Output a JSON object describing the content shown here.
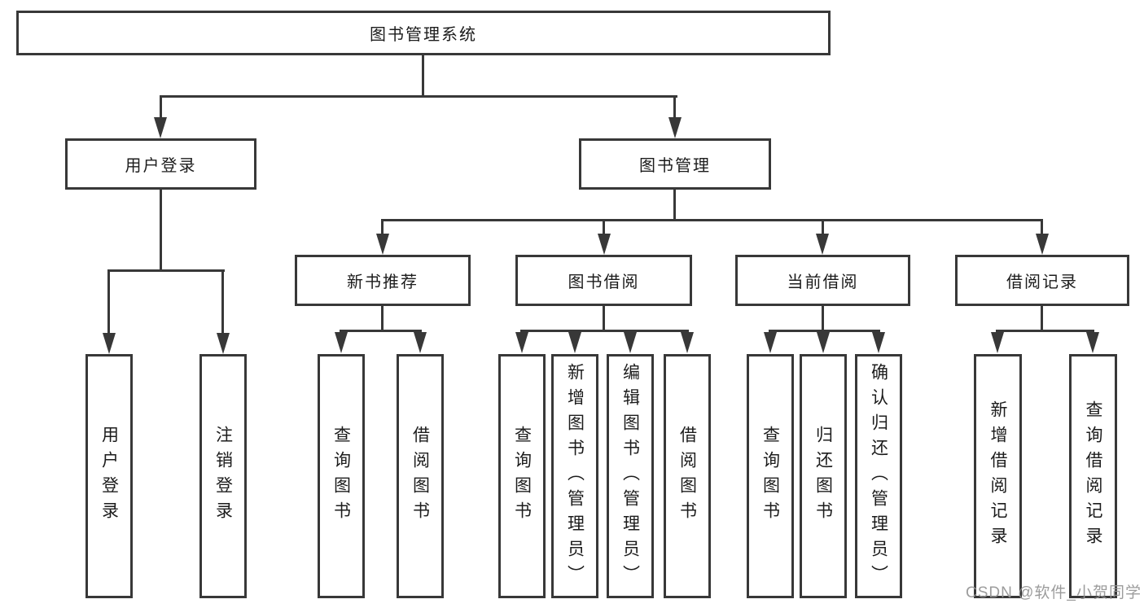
{
  "diagram": {
    "type": "hierarchy-tree",
    "colors": {
      "line": "#383838",
      "text": "#1c1c1c",
      "background": "#ffffff",
      "watermark": "#949494"
    }
  },
  "tree": {
    "root": {
      "label": "图书管理系统"
    },
    "children": [
      {
        "label": "用户登录",
        "children": [
          {
            "label": "用户登录"
          },
          {
            "label": "注销登录"
          }
        ]
      },
      {
        "label": "图书管理",
        "children": [
          {
            "label": "新书推荐",
            "children": [
              {
                "label": "查询图书"
              },
              {
                "label": "借阅图书"
              }
            ]
          },
          {
            "label": "图书借阅",
            "children": [
              {
                "label": "查询图书"
              },
              {
                "label": "新增图书（管理员）"
              },
              {
                "label": "编辑图书（管理员）"
              },
              {
                "label": "借阅图书"
              }
            ]
          },
          {
            "label": "当前借阅",
            "children": [
              {
                "label": "查询图书"
              },
              {
                "label": "归还图书"
              },
              {
                "label": "确认归还（管理员）"
              }
            ]
          },
          {
            "label": "借阅记录",
            "children": [
              {
                "label": "新增借阅记录"
              },
              {
                "label": "查询借阅记录"
              }
            ]
          }
        ]
      }
    ]
  },
  "watermark": "CSDN @软件_小贺同学"
}
